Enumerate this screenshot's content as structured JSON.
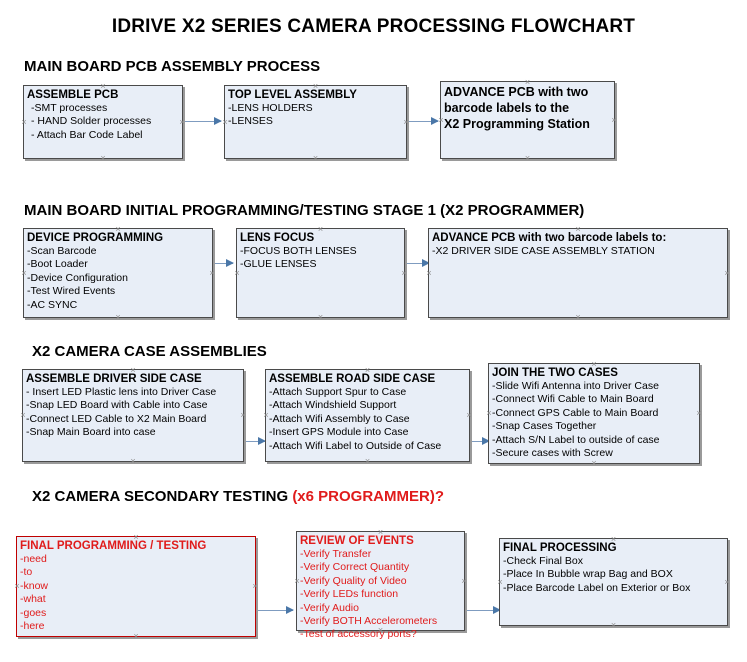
{
  "document": {
    "title": "IDRIVE X2  SERIES CAMERA PROCESSING FLOWCHART"
  },
  "sections": [
    {
      "id": "main-board-pcb-assembly",
      "heading": "MAIN BOARD PCB ASSEMBLY PROCESS",
      "heading_accent": "",
      "boxes": [
        {
          "id": "assemble-pcb",
          "title": "ASSEMBLE PCB",
          "lines": [
            "-SMT processes",
            "- HAND Solder processes",
            "- Attach Bar Code Label"
          ]
        },
        {
          "id": "top-level-assembly",
          "title": "TOP LEVEL ASSEMBLY",
          "lines": [
            "-LENS HOLDERS",
            "-LENSES"
          ]
        },
        {
          "id": "advance-pcb-x2-programming-station",
          "title": "ADVANCE PCB with two",
          "lines": [
            "barcode labels to the",
            " X2 Programming Station"
          ]
        }
      ]
    },
    {
      "id": "main-board-initial-programming",
      "heading": "MAIN BOARD INITIAL PROGRAMMING/TESTING STAGE 1 (X2 PROGRAMMER)",
      "heading_accent": "",
      "boxes": [
        {
          "id": "device-programming",
          "title": "DEVICE PROGRAMMING",
          "lines": [
            "-Scan Barcode",
            "-Boot Loader",
            "-Device Configuration",
            "-Test Wired Events",
            "-AC SYNC"
          ]
        },
        {
          "id": "lens-focus",
          "title": "LENS FOCUS",
          "lines": [
            "-FOCUS BOTH LENSES",
            "-GLUE LENSES"
          ]
        },
        {
          "id": "advance-pcb-driver-side-case",
          "title": "ADVANCE PCB with two barcode labels to:",
          "lines": [
            "-X2 DRIVER  SIDE  CASE  ASSEMBLY STATION"
          ]
        }
      ]
    },
    {
      "id": "x2-camera-case-assemblies",
      "heading": "X2 CAMERA CASE ASSEMBLIES",
      "heading_accent": "",
      "boxes": [
        {
          "id": "assemble-driver-side-case",
          "title": "ASSEMBLE DRIVER SIDE CASE",
          "lines": [
            "- Insert LED Plastic lens into Driver Case",
            "-Snap LED Board with Cable into Case",
            "-Connect LED Cable to X2 Main Board",
            "-Snap Main Board into case"
          ]
        },
        {
          "id": "assemble-road-side-case",
          "title": "ASSEMBLE ROAD SIDE CASE",
          "lines": [
            "-Attach Support Spur to Case",
            "-Attach Windshield Support",
            "-Attach Wifi Assembly to Case",
            "-Insert GPS Module into Case",
            "-Attach Wifi Label to Outside of Case"
          ]
        },
        {
          "id": "join-the-two-cases",
          "title": "JOIN THE TWO CASES",
          "lines": [
            "-Slide Wifi Antenna into Driver Case",
            "-Connect Wifi Cable to Main Board",
            "-Connect GPS Cable to Main Board",
            "-Snap Cases Together",
            "-Attach S/N Label to outside of case",
            "-Secure cases with Screw"
          ]
        }
      ]
    },
    {
      "id": "x2-camera-secondary-testing",
      "heading": "X2 CAMERA SECONDARY TESTING ",
      "heading_accent": "(x6 PROGRAMMER)?",
      "boxes": [
        {
          "id": "final-programming-testing",
          "title": "FINAL PROGRAMMING / TESTING",
          "lines": [
            "-need",
            "-to",
            "-know",
            "-what",
            "-goes",
            "-here"
          ]
        },
        {
          "id": "review-of-events",
          "title": "REVIEW OF EVENTS",
          "lines": [
            "-Verify Transfer",
            "-Verify Correct Quantity",
            "-Verify Quality of Video",
            "-Verify LEDs function",
            "-Verify Audio",
            "-Verify BOTH Accelerometers",
            "-Test of accessory ports?"
          ]
        },
        {
          "id": "final-processing",
          "title": "FINAL PROCESSING",
          "lines": [
            " -Check Final Box",
            "-Place In Bubble wrap Bag and BOX",
            "-Place Barcode Label on Exterior or Box"
          ]
        }
      ]
    }
  ],
  "colors": {
    "box_fill": "#e8eef7",
    "box_border": "#4a4a4a",
    "red_accent": "#e01b1b",
    "connector": "#4a77a8",
    "handle": "#8d8d8d"
  }
}
